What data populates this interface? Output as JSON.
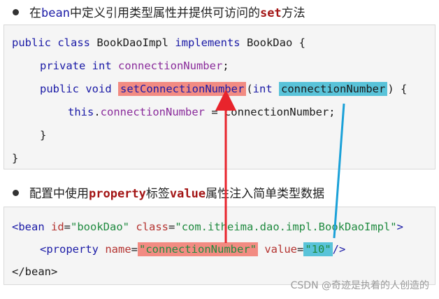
{
  "section1": {
    "prefix": "在",
    "bean_word": "bean",
    "middle": "中定义引用类型属性并提供可访问的",
    "set_word": "set",
    "suffix": "方法"
  },
  "java_code": {
    "line1": {
      "kw": "public class",
      "name": " BookDaoImpl ",
      "kw2": "implements",
      "rest": " BookDao {"
    },
    "line2": {
      "kw": "private int",
      "field": " connectionNumber",
      "rest": ";"
    },
    "line3": {
      "kw": "public void",
      "method": "setConnectionNumber",
      "open": "(",
      "param_type": "int",
      "param_name": "connectionNumber",
      "close": ") {"
    },
    "line4": {
      "this_kw": "this",
      "dot": ".",
      "field": "connectionNumber",
      "assign": " = connectionNumber;"
    },
    "line5": "}",
    "line6": "}"
  },
  "section2": {
    "prefix": "配置中使用",
    "property_word": "property",
    "middle": "标签",
    "value_word": "value",
    "suffix": "属性注入简单类型数据"
  },
  "xml_code": {
    "line1": {
      "open_tag": "<bean",
      "attr_id": " id",
      "eq1": "=",
      "id_val": "\"bookDao\"",
      "attr_class": " class",
      "eq2": "=",
      "class_val": "\"com.itheima.dao.impl.BookDaoImpl\"",
      "close": ">"
    },
    "line2": {
      "open_tag": "<property",
      "attr_name": " name",
      "eq1": "=",
      "name_val": "\"connectionNumber\"",
      "attr_value": " value",
      "eq2": "=",
      "value_val": "\"10\"",
      "close": "/>"
    },
    "line3": "</bean>"
  },
  "colors": {
    "red_arrow": "#e8242c",
    "blue_arrow": "#1ba1d8"
  },
  "watermark": "CSDN @奇迹是执着的人创造的"
}
